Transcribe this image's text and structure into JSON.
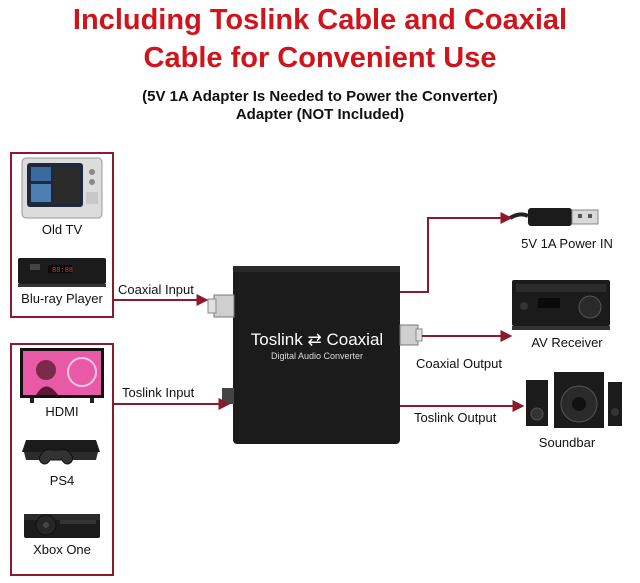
{
  "header": {
    "title_line1": "Including Toslink Cable and Coaxial",
    "title_line2": "Cable for Convenient Use",
    "subtitle_line1": "(5V 1A Adapter Is Needed to Power the Converter)",
    "subtitle_line2": "Adapter (NOT Included)"
  },
  "inputs_top": {
    "devices": [
      {
        "label": "Old TV",
        "icon": "crt-tv-icon"
      },
      {
        "label": "Blu-ray Player",
        "icon": "bluray-player-icon"
      }
    ],
    "connection_label": "Coaxial Input"
  },
  "inputs_bottom": {
    "devices": [
      {
        "label": "HDMI",
        "icon": "tv-icon"
      },
      {
        "label": "PS4",
        "icon": "ps4-console-icon"
      },
      {
        "label": "Xbox One",
        "icon": "xbox-console-icon"
      }
    ],
    "connection_label": "Toslink Input"
  },
  "converter": {
    "name_left": "Toslink",
    "name_right": "Coaxial",
    "swap_glyph": "⇄",
    "tagline": "Digital Audio Converter"
  },
  "outputs": [
    {
      "label": "5V 1A Power IN",
      "icon": "usb-cable-icon"
    },
    {
      "label": "AV Receiver",
      "icon": "av-receiver-icon",
      "connection_label": "Coaxial Output"
    },
    {
      "label": "Soundbar",
      "icon": "speaker-icon",
      "connection_label": "Toslink Output"
    }
  ],
  "colors": {
    "title": "#d0141b",
    "frame": "#8b1a2c",
    "arrow": "#8b1a2c",
    "device_body": "#1b1b1b"
  }
}
